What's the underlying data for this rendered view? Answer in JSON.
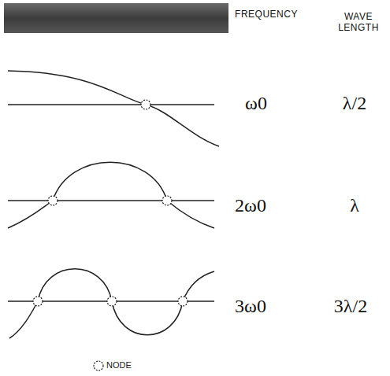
{
  "diagram": {
    "labels": [
      "FREQUENCY",
      "WAVE LENGTH",
      "ω0",
      "λ/2",
      "2ω0",
      "λ",
      "3ω0",
      "3λ/2"
    ],
    "legend": [
      {
        "text": "NODE"
      }
    ]
  }
}
